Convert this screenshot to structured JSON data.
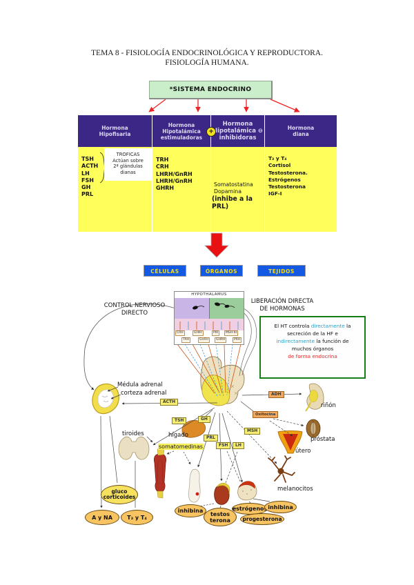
{
  "title": {
    "line1": "TEMA 8 - FISIOLOGÍA ENDOCRINOLÓGICA Y REPRODUCTORA.",
    "line2": "FISIOLOGÍA HUMANA."
  },
  "flowchart": {
    "root": "*SISTEMA ENDOCRINO",
    "table": {
      "headers": [
        "Hormona\nHipofisaria",
        "Hormona\nHipotalámica\nestimuladoras",
        "Hormona\nHipotalámica ⊖\ninhibidoras",
        "Hormona\ndiana"
      ],
      "plus_symbol": "+",
      "col1_hormones": "TSH\nACTH\nLH\nFSH\nGH\nPRL",
      "troficas": "TROFICAS\nActúan sobre\n2ª glándulas\ndianas",
      "col2_hormones": "TRH\nCRH\nLHRH/GnRH\nLHRH/GnRH\nGHRH",
      "col3_line1": "Somatostatina\nDopamina",
      "col3_line2": "(inhibe a la PRL)",
      "col4_hormones": "T₃  y T₄\nCortisol\nTestosterona. Estrógenos\nTestosterona\nIGF-I"
    },
    "buttons": [
      "CÉLULAS",
      "ÓRGANOS",
      "TEJIDOS"
    ]
  },
  "diagram": {
    "control_nervioso": "CONTROL NERVIOSO\nDIRECTO",
    "liberacion": "LIBERACIÓN DIRECTA\nDE HORMONAS",
    "hypothalamus": "HYPOTHALAMUS",
    "ht_labels_row1": [
      "CRH",
      "GHIH",
      "PIH",
      "MSH-IH"
    ],
    "ht_labels_row2": [
      "TRH",
      "GnRH",
      "GHRH",
      "PRH"
    ],
    "info_box": {
      "l1a": "El HT controla ",
      "l1b": "directamente",
      "l1c": " la",
      "l2": "secreción de la HF e",
      "l3a": "indirectamente",
      "l3b": " la función de",
      "l4": "muchos órganos",
      "l5": "de forma endocrina"
    },
    "organ_labels": {
      "medula": "Médula adrenal",
      "corteza": "corteza adrenal",
      "tiroides": "tiroides",
      "higado": "hígado",
      "somatomedinas": "somatomedinas",
      "rinon": "riñón",
      "prostata": "próstata",
      "utero": "útero",
      "melanocitos": "melanocitos"
    },
    "hormone_tags": {
      "acth": "ACTH",
      "tsh": "TSH",
      "gh": "GH",
      "prl": "PRL",
      "fsh": "FSH",
      "lh": "LH",
      "msh": "MSH",
      "adh": "ADH",
      "oxitocina": "Oxitocina"
    },
    "hormone_ellipses": {
      "a_na": "A y NA",
      "t3t4": "T₃ y T₄",
      "gluco": "gluco\ncorticoides",
      "inhibina1": "inhibina",
      "testosterona": "testos\nterona",
      "estrogenos": "estrógenos",
      "inhibina2": "inhibina",
      "progesterona": "progesterona"
    }
  },
  "colors": {
    "table_header": "#3c2786",
    "table_body": "#ffff5c",
    "root_green": "#c9eec9",
    "button_blue": "#1359e3",
    "button_text": "#ffdf00",
    "red_arrow": "#e81010",
    "ellipse_fill": "#f8c462",
    "tag_yellow": "#f6ee72",
    "tag_orange": "#f2a95e",
    "info_blue_text": "#2aa0c8",
    "info_red_text": "#e82222",
    "info_border_green": "#167d16"
  }
}
